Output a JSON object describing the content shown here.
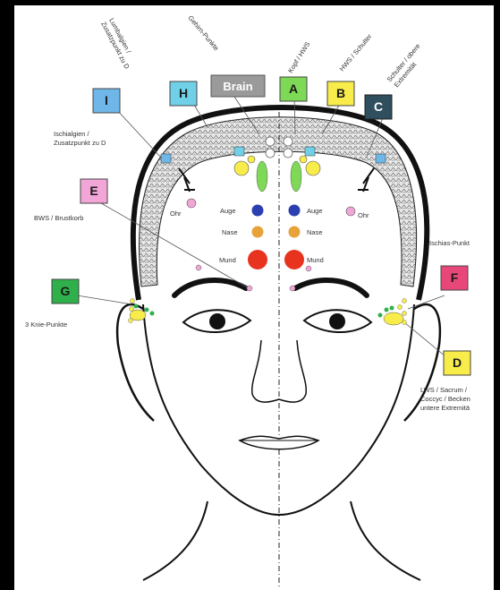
{
  "zones": [
    {
      "letter": "A",
      "color": "#7ed957",
      "desc": "Kopf / HWS"
    },
    {
      "letter": "B",
      "color": "#f7ec4a",
      "desc": "HWS / Schulter"
    },
    {
      "letter": "C",
      "color": "#2f4f5f",
      "desc": "Schulter / obere Extremität"
    },
    {
      "letter": "D",
      "color": "#f7ec4a",
      "desc": "LWS / Sacrum / Coccyc / Becken untere Extremitä"
    },
    {
      "letter": "E",
      "color": "#f2a6d8",
      "desc": "BWS / Brustkorb"
    },
    {
      "letter": "F",
      "color": "#e8477a",
      "desc": "Ischias-Punkt"
    },
    {
      "letter": "G",
      "color": "#2fb04a",
      "desc": "3 Knie-Punkte"
    },
    {
      "letter": "H",
      "color": "#6fd0e8",
      "desc": "Gehirn-Punkte"
    },
    {
      "letter": "I",
      "color": "#6fb7e8",
      "desc": "Lumbalgien / Zusatzpunkt zu D"
    }
  ],
  "brain_label": "Brain",
  "left_labels": {
    "ischialgien_1": "Ischialgien /",
    "ischialgien_2": "Zusatzpunkt zu D",
    "bws": "BWS / Brustkorb",
    "knie": "3 Knie-Punkte"
  },
  "right_labels": {
    "ischias": "Ischias-Punkt",
    "lws_1": "LWS / Sacrum /",
    "lws_2": "Coccyc / Becken",
    "lws_3": "untere Extremitä"
  },
  "rotated_labels": {
    "lumbalgien_1": "Lumbalgien /",
    "lumbalgien_2": "Zusatzpunkt zu D",
    "gehirn": "Gehirn-Punkte",
    "kopf": "Kopf / HWS",
    "hws": "HWS / Schulter",
    "schulter_1": "Schulter / obere",
    "schulter_2": "Extremität"
  },
  "face_points": {
    "auge": "Auge",
    "nase": "Nase",
    "mund": "Mund",
    "ohr": "Ohr"
  },
  "point_colors": {
    "auge": "#2b3fb0",
    "nase": "#e8a23a",
    "mund": "#e8331f",
    "ohr": "#f2a6d8"
  }
}
